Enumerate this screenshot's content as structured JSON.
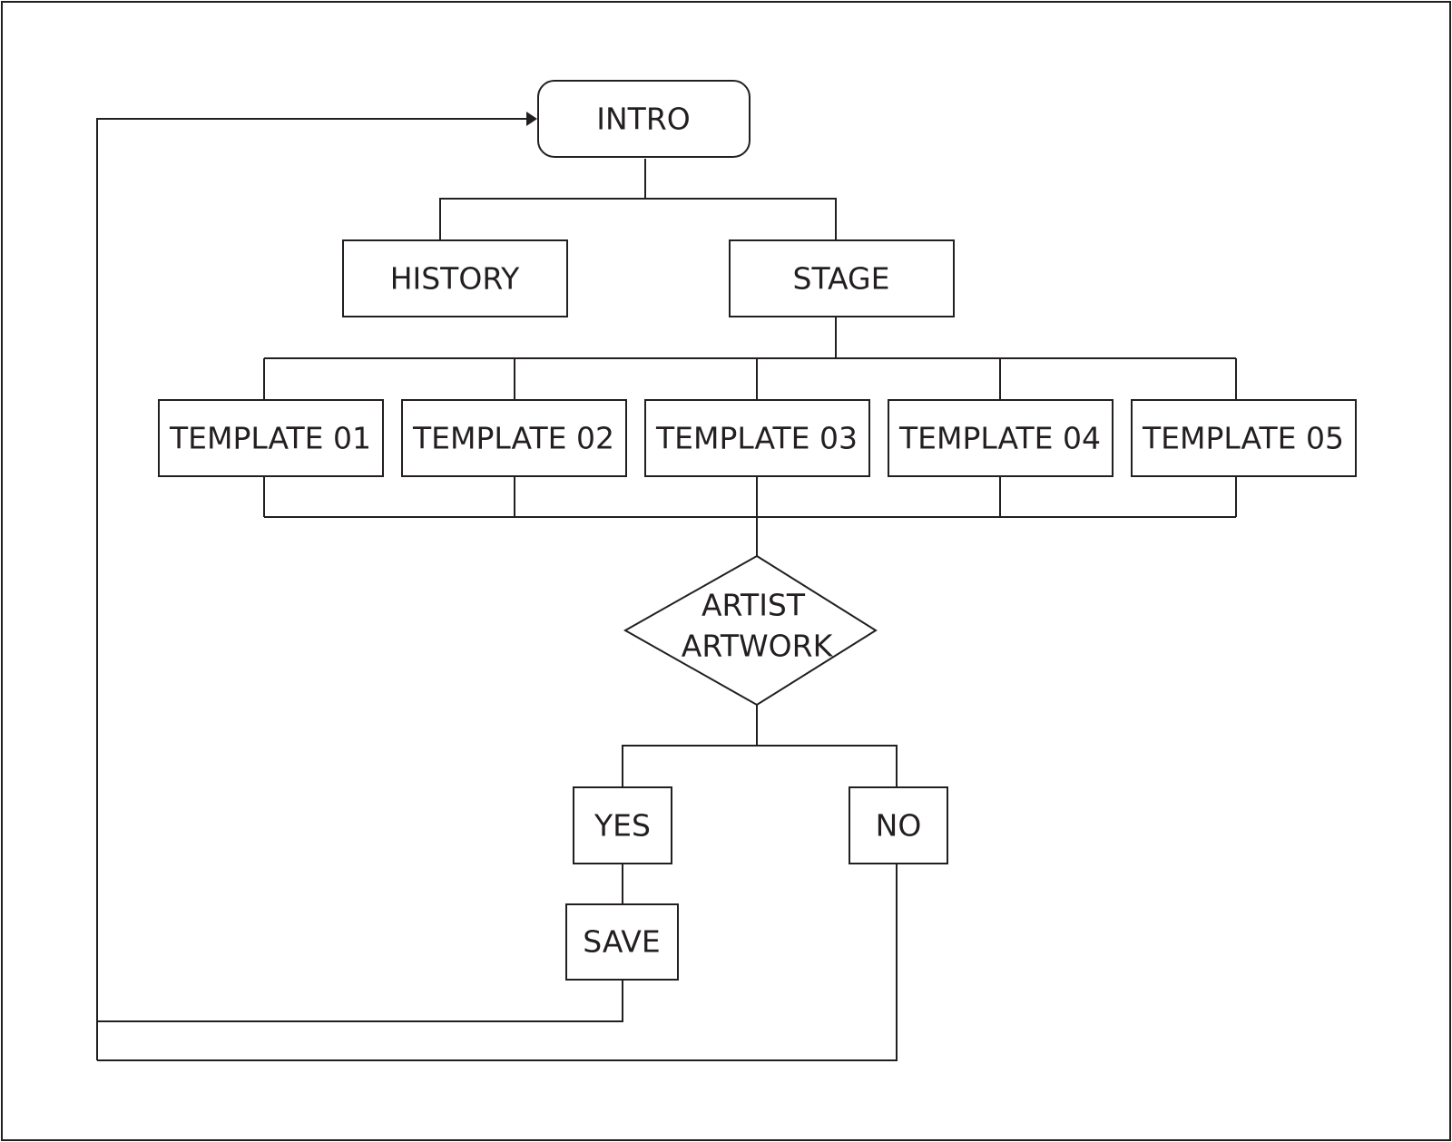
{
  "nodes": {
    "intro": "INTRO",
    "history": "HISTORY",
    "stage": "STAGE",
    "templates": [
      "TEMPLATE 01",
      "TEMPLATE 02",
      "TEMPLATE 03",
      "TEMPLATE 04",
      "TEMPLATE 05"
    ],
    "decision": [
      "ARTIST",
      "ARTWORK"
    ],
    "yes": "YES",
    "no": "NO",
    "save": "SAVE"
  },
  "colors": {
    "stroke": "#231f20",
    "background": "#ffffff"
  }
}
